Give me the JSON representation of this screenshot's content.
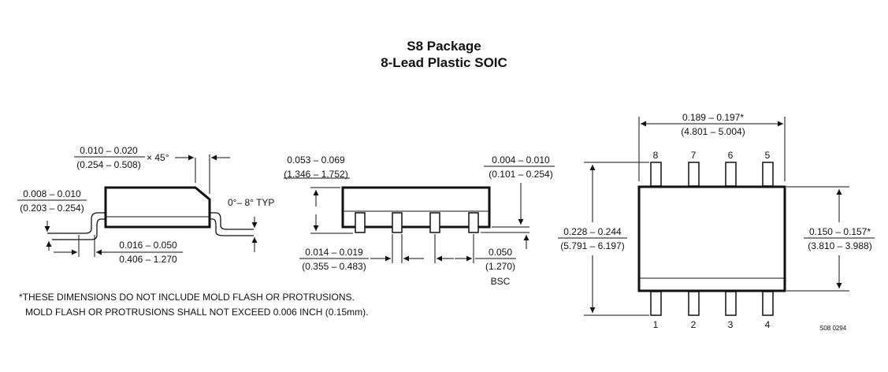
{
  "title": {
    "line1": "S8 Package",
    "line2": "8-Lead Plastic SOIC"
  },
  "side_view": {
    "chamfer_in": "0.010 – 0.020",
    "chamfer_mm": "(0.254 – 0.508)",
    "chamfer_angle": "× 45°",
    "lead_thick_in": "0.008 – 0.010",
    "lead_thick_mm": "(0.203 – 0.254)",
    "lead_angle": "0°– 8° TYP",
    "foot_len_in": "0.016 – 0.050",
    "foot_len_mm": "0.406 – 1.270"
  },
  "front_view": {
    "height_in": "0.053 – 0.069",
    "height_mm": "(1.346 – 1.752)",
    "standoff_in": "0.004 – 0.010",
    "standoff_mm": "(0.101 – 0.254)",
    "lead_width_in": "0.014 – 0.019",
    "lead_width_mm": "(0.355 – 0.483)",
    "pitch_in": "0.050",
    "pitch_mm": "(1.270)",
    "pitch_note": "BSC"
  },
  "top_view": {
    "length_in": "0.189 – 0.197*",
    "length_mm": "(4.801 – 5.004)",
    "overall_width_in": "0.228 – 0.244",
    "overall_width_mm": "(5.791 – 6.197)",
    "body_width_in": "0.150 – 0.157*",
    "body_width_mm": "(3.810 – 3.988)",
    "pins_top": [
      "8",
      "7",
      "6",
      "5"
    ],
    "pins_bottom": [
      "1",
      "2",
      "3",
      "4"
    ]
  },
  "notes": {
    "line1": "*THESE DIMENSIONS DO NOT INCLUDE MOLD FLASH OR PROTRUSIONS.",
    "line2": "MOLD FLASH OR PROTRUSIONS SHALL NOT EXCEED 0.006 INCH (0.15mm)."
  },
  "drawing_code": "S08  0294"
}
